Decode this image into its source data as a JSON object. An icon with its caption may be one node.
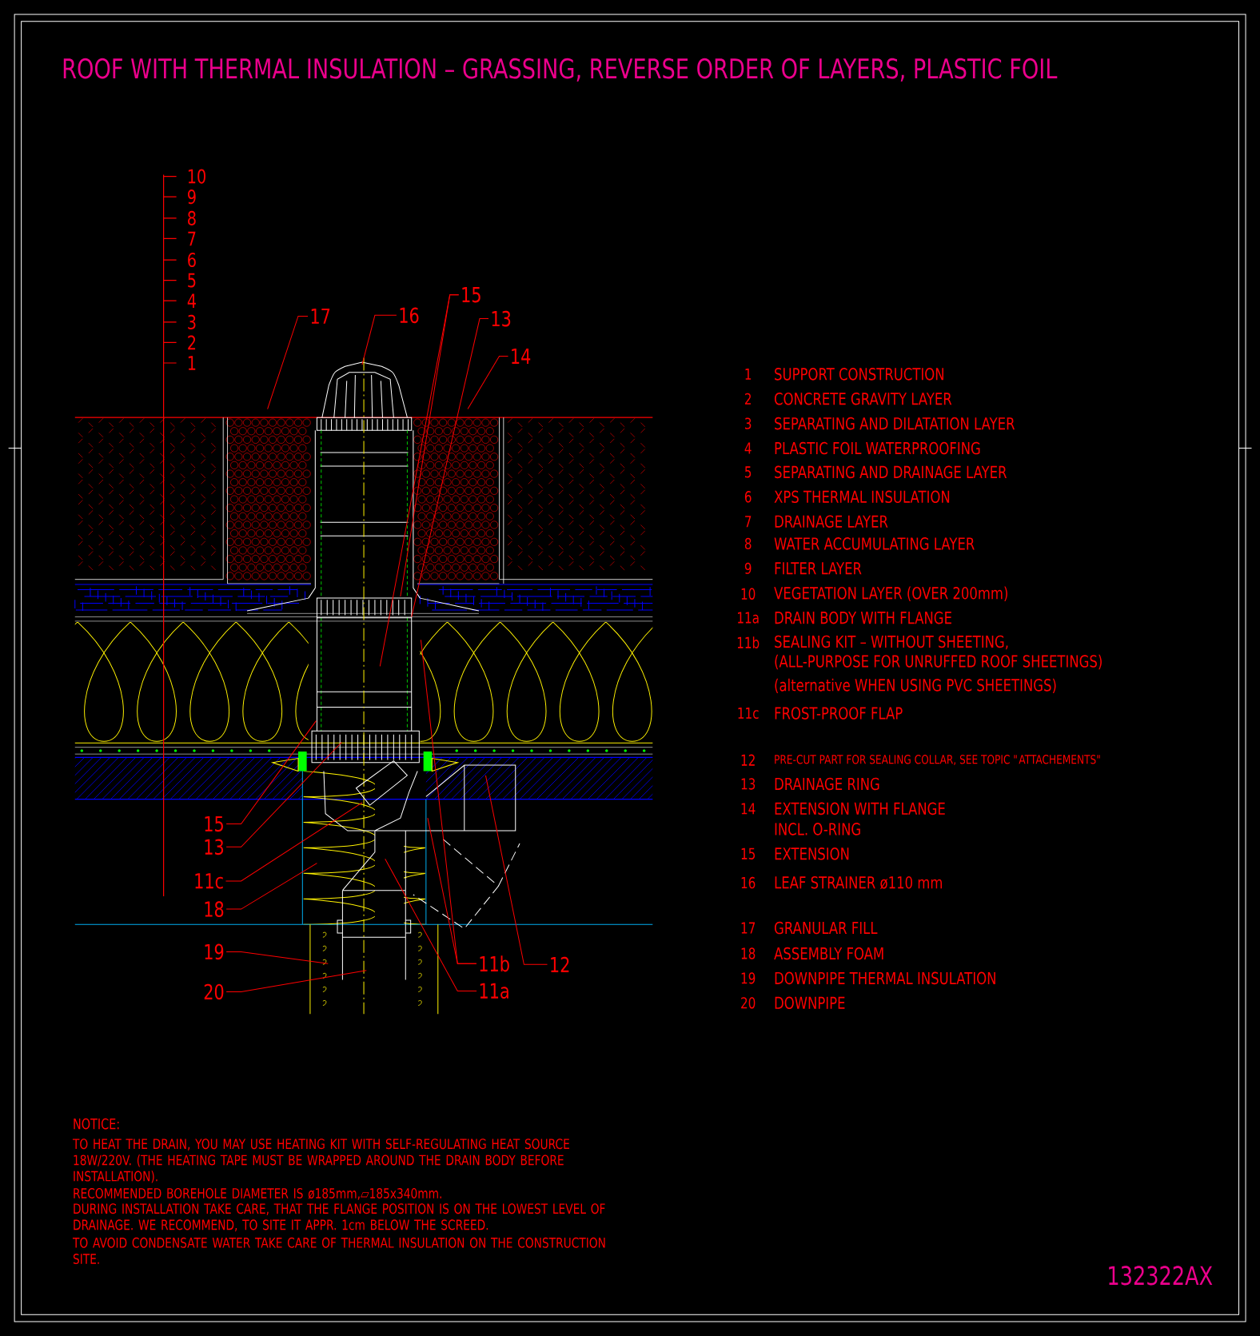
{
  "diagram": {
    "title": "ROOF WITH THERMAL INSULATION – GRASSING, REVERSE ORDER OF LAYERS, PLASTIC FOIL",
    "nodes": [
      {
        "text": [
          "17"
        ]
      },
      {
        "text": [
          "16"
        ]
      },
      {
        "text": [
          "15"
        ]
      },
      {
        "text": [
          "13"
        ]
      },
      {
        "text": [
          "14"
        ]
      },
      {
        "text": [
          "15"
        ]
      },
      {
        "text": [
          "13"
        ]
      },
      {
        "text": [
          "11c"
        ]
      },
      {
        "text": [
          "18"
        ]
      },
      {
        "text": [
          "19"
        ]
      },
      {
        "text": [
          "20"
        ]
      },
      {
        "text": [
          "11b"
        ]
      },
      {
        "text": [
          "12"
        ]
      },
      {
        "text": [
          "11a"
        ]
      }
    ],
    "edges": [
      {
        "from": 0,
        "to": null,
        "arrow": "none"
      },
      {
        "from": 1,
        "to": null,
        "arrow": "none"
      },
      {
        "from": 2,
        "to": null,
        "arrow": "none"
      },
      {
        "from": 2,
        "to": null,
        "arrow": "none"
      },
      {
        "from": 3,
        "to": null,
        "arrow": "none"
      },
      {
        "from": 4,
        "to": null,
        "arrow": "none"
      },
      {
        "from": 5,
        "to": null,
        "arrow": "none"
      },
      {
        "from": 6,
        "to": null,
        "arrow": "none"
      },
      {
        "from": 7,
        "to": null,
        "arrow": "none"
      },
      {
        "from": 8,
        "to": null,
        "arrow": "none"
      },
      {
        "from": 9,
        "to": null,
        "arrow": "none"
      },
      {
        "from": 10,
        "to": null,
        "arrow": "none"
      },
      {
        "from": 11,
        "to": null,
        "arrow": "none"
      },
      {
        "from": 11,
        "to": null,
        "arrow": "none"
      },
      {
        "from": 12,
        "to": null,
        "arrow": "none"
      },
      {
        "from": 13,
        "to": null,
        "arrow": "none"
      }
    ],
    "labels": [
      "10",
      "9",
      "8",
      "7",
      "6",
      "5",
      "4",
      "3",
      "2",
      "1",
      "1",
      "SUPPORT CONSTRUCTION",
      "2",
      "CONCRETE GRAVITY LAYER",
      "3",
      "SEPARATING AND DILATATION LAYER",
      "4",
      "PLASTIC FOIL WATERPROOFING",
      "5",
      "SEPARATING AND DRAINAGE LAYER",
      "6",
      "XPS THERMAL INSULATION",
      "7",
      "DRAINAGE LAYER",
      "8",
      "WATER ACCUMULATING LAYER",
      "9",
      "FILTER LAYER",
      "10",
      "VEGETATION LAYER (OVER 200mm)",
      "11a",
      "DRAIN BODY WITH FLANGE",
      "11b",
      "SEALING KIT – WITHOUT SHEETING,",
      "(ALL-PURPOSE FOR UNRUFFED ROOF SHEETINGS)",
      "(alternative WHEN USING PVC SHEETINGS)",
      "11c",
      "FROST-PROOF FLAP",
      "12",
      "PRE-CUT PART FOR SEALING COLLAR, SEE TOPIC \"ATTACHEMENTS\"",
      "13",
      "DRAINAGE RING",
      "14",
      "EXTENSION WITH FLANGE",
      "INCL. O-RING",
      "15",
      "EXTENSION",
      "16",
      "LEAF STRAINER ø110 mm",
      "17",
      "GRANULAR FILL",
      "18",
      "ASSEMBLY FOAM",
      "19",
      "DOWNPIPE THERMAL INSULATION",
      "20",
      "DOWNPIPE",
      "NOTICE:",
      "TO HEAT THE DRAIN, YOU MAY USE HEATING KIT WITH SELF-REGULATING HEAT SOURCE 18W/220V. (THE HEATING TAPE MUST BE WRAPPED AROUND THE DRAIN BODY BEFORE INSTALLATION).",
      "RECOMMENDED BOREHOLE DIAMETER IS ø185mm,▱185x340mm.",
      "DURING INSTALLATION TAKE CARE, THAT THE FLANGE POSITION IS ON THE LOWEST LEVEL OF DRAINAGE. WE RECOMMEND, TO SITE IT APPR. 1cm BELOW THE SCREED.",
      "TO AVOID CONDENSATE WATER TAKE CARE OF THERMAL INSULATION ON THE CONSTRUCTION SITE.",
      "132322AX"
    ]
  }
}
